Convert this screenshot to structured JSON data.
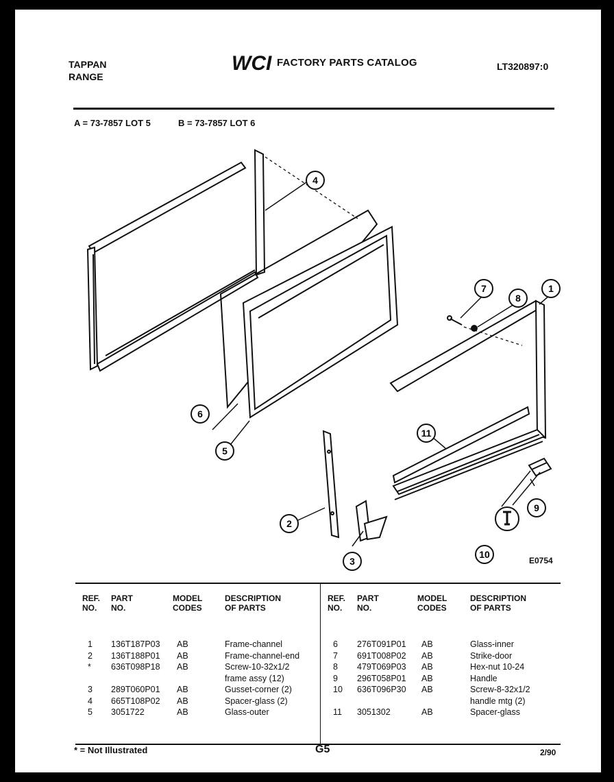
{
  "header": {
    "brand_line1": "TAPPAN",
    "brand_line2": "RANGE",
    "logo_text": "WCI",
    "catalog_title": "FACTORY PARTS CATALOG",
    "model_number": "LT320897:0"
  },
  "lots": {
    "a": "A = 73-7857 LOT 5",
    "b": "B = 73-7857 LOT 6"
  },
  "diagram": {
    "figure_id": "E0754",
    "callouts": [
      "1",
      "2",
      "3",
      "4",
      "5",
      "6",
      "7",
      "8",
      "9",
      "10",
      "11"
    ]
  },
  "table": {
    "headers": {
      "ref": "REF.\nNO.",
      "part": "PART\nNO.",
      "model": "MODEL\nCODES",
      "desc": "DESCRIPTION\nOF PARTS"
    },
    "left": {
      "ref": "1\n2\n*\n\n3\n4\n5",
      "part": "136T187P03\n136T188P01\n636T098P18\n\n289T060P01\n665T108P02\n3051722",
      "model": "AB\nAB\nAB\n\nAB\nAB\nAB",
      "desc": "Frame-channel\nFrame-channel-end\nScrew-10-32x1/2\nframe assy (12)\nGusset-corner (2)\nSpacer-glass (2)\nGlass-outer"
    },
    "right": {
      "ref": "6\n7\n8\n9\n10\n\n11",
      "part": "276T091P01\n691T008P02\n479T069P03\n296T058P01\n636T096P30\n\n3051302",
      "model": "AB\nAB\nAB\nAB\nAB\n\nAB",
      "desc": "Glass-inner\nStrike-door\nHex-nut 10-24\nHandle\nScrew-8-32x1/2\nhandle mtg (2)\nSpacer-glass"
    }
  },
  "footer": {
    "footnote": "* = Not Illustrated",
    "page": "G5",
    "date": "2/90"
  }
}
